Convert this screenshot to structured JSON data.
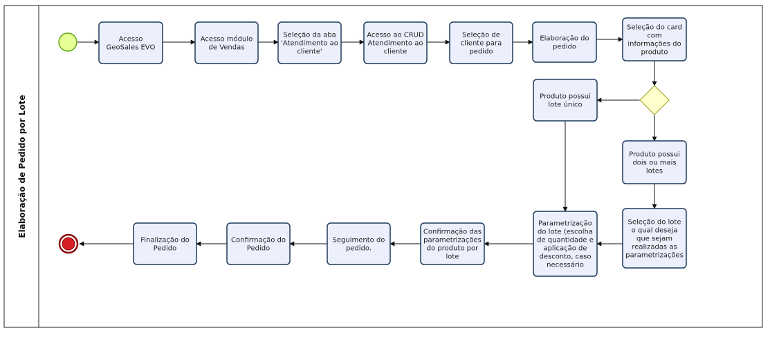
{
  "lane": {
    "title": "Elaboração de Pedido por Lote"
  },
  "tasks": {
    "acesso_geosales": {
      "lines": [
        "Acesso",
        "GeoSales EVO"
      ]
    },
    "acesso_modulo": {
      "lines": [
        "Acesso módulo",
        "de Vendas"
      ]
    },
    "selecao_aba": {
      "lines": [
        "Seleção da aba",
        "'Atendimento ao",
        "cliente'"
      ]
    },
    "acesso_crud": {
      "lines": [
        "Acesso ao CRUD",
        "Atendimento ao",
        "cliente"
      ]
    },
    "selecao_cliente": {
      "lines": [
        "Seleção de",
        "cliente para",
        "pedido"
      ]
    },
    "elaboracao_pedido": {
      "lines": [
        "Elaboração do",
        "pedido"
      ]
    },
    "selecao_card": {
      "lines": [
        "Seleção do card",
        "com",
        "informações do",
        "produto"
      ]
    },
    "lote_unico": {
      "lines": [
        "Produto possui",
        "lote único"
      ]
    },
    "dois_lotes": {
      "lines": [
        "Produto possui",
        "dois ou mais",
        "lotes"
      ]
    },
    "selecao_lote": {
      "lines": [
        "Seleção do lote",
        "o qual deseja",
        "que sejam",
        "realizadas as",
        "parametrizações"
      ]
    },
    "parametrizacao": {
      "lines": [
        "Parametrização",
        "do lote (escolha",
        "de quantidade e",
        "aplicação de",
        "desconto, caso",
        "necessário"
      ]
    },
    "confirmacao_param": {
      "lines": [
        "Confirmação das",
        "parametrizações",
        "do produto por",
        "lote"
      ]
    },
    "seguimento": {
      "lines": [
        "Seguimento do",
        "pedido."
      ]
    },
    "confirmacao_pedido": {
      "lines": [
        "Confirmação do",
        "Pedido"
      ]
    },
    "finalizacao": {
      "lines": [
        "Finalização do",
        "Pedido"
      ]
    }
  },
  "colors": {
    "task_fill": "#ebf0fc",
    "task_stroke": "#1d3a5c",
    "start_fill": "#e6ff97",
    "start_stroke": "#62a716",
    "end_fill": "#d81f26",
    "end_stroke": "#8b0b0b",
    "gateway_fill": "#ffffcc",
    "gateway_stroke": "#a9a93a",
    "line": "#111111"
  }
}
